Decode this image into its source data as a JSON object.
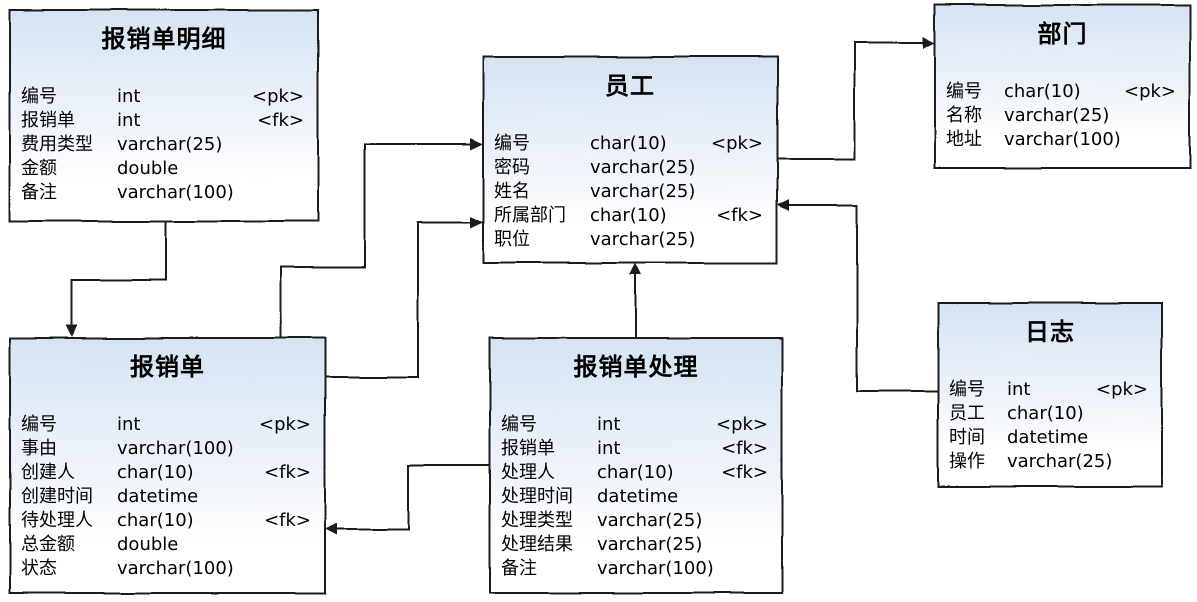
{
  "colors": {
    "box_fill_top": "#d4e3f3",
    "box_fill_bottom": "#ffffff",
    "line": "#1a1a1a",
    "text": "#000000",
    "background": "#ffffff"
  },
  "tables": [
    {
      "id": "reimbursement-detail",
      "title": "报销单明细",
      "columns": [
        {
          "name": "编号",
          "type": "int",
          "key": "<pk>"
        },
        {
          "name": "报销单",
          "type": "int",
          "key": "<fk>"
        },
        {
          "name": "费用类型",
          "type": "varchar(25)",
          "key": ""
        },
        {
          "name": "金额",
          "type": "double",
          "key": ""
        },
        {
          "name": "备注",
          "type": "varchar(100)",
          "key": ""
        }
      ]
    },
    {
      "id": "employee",
      "title": "员工",
      "columns": [
        {
          "name": "编号",
          "type": "char(10)",
          "key": "<pk>"
        },
        {
          "name": "密码",
          "type": "varchar(25)",
          "key": ""
        },
        {
          "name": "姓名",
          "type": "varchar(25)",
          "key": ""
        },
        {
          "name": "所属部门",
          "type": "char(10)",
          "key": "<fk>"
        },
        {
          "name": "职位",
          "type": "varchar(25)",
          "key": ""
        }
      ]
    },
    {
      "id": "department",
      "title": "部门",
      "columns": [
        {
          "name": "编号",
          "type": "char(10)",
          "key": "<pk>"
        },
        {
          "name": "名称",
          "type": "varchar(25)",
          "key": ""
        },
        {
          "name": "地址",
          "type": "varchar(100)",
          "key": ""
        }
      ]
    },
    {
      "id": "reimbursement",
      "title": "报销单",
      "columns": [
        {
          "name": "编号",
          "type": "int",
          "key": "<pk>"
        },
        {
          "name": "事由",
          "type": "varchar(100)",
          "key": ""
        },
        {
          "name": "创建人",
          "type": "char(10)",
          "key": "<fk>"
        },
        {
          "name": "创建时间",
          "type": "datetime",
          "key": ""
        },
        {
          "name": "待处理人",
          "type": "char(10)",
          "key": "<fk>"
        },
        {
          "name": "总金额",
          "type": "double",
          "key": ""
        },
        {
          "name": "状态",
          "type": "varchar(100)",
          "key": ""
        }
      ]
    },
    {
      "id": "reimbursement-process",
      "title": "报销单处理",
      "columns": [
        {
          "name": "编号",
          "type": "int",
          "key": "<pk>"
        },
        {
          "name": "报销单",
          "type": "int",
          "key": "<fk>"
        },
        {
          "name": "处理人",
          "type": "char(10)",
          "key": "<fk>"
        },
        {
          "name": "处理时间",
          "type": "datetime",
          "key": ""
        },
        {
          "name": "处理类型",
          "type": "varchar(25)",
          "key": ""
        },
        {
          "name": "处理结果",
          "type": "varchar(25)",
          "key": ""
        },
        {
          "name": "备注",
          "type": "varchar(100)",
          "key": ""
        }
      ]
    },
    {
      "id": "log",
      "title": "日志",
      "columns": [
        {
          "name": "编号",
          "type": "int",
          "key": "<pk>"
        },
        {
          "name": "员工",
          "type": "char(10)",
          "key": ""
        },
        {
          "name": "时间",
          "type": "datetime",
          "key": ""
        },
        {
          "name": "操作",
          "type": "varchar(25)",
          "key": ""
        }
      ]
    }
  ],
  "relationships": [
    {
      "from": "报销单明细",
      "to": "报销单"
    },
    {
      "from": "报销单",
      "to": "员工"
    },
    {
      "from": "报销单",
      "to": "员工"
    },
    {
      "from": "报销单处理",
      "to": "员工"
    },
    {
      "from": "报销单处理",
      "to": "报销单"
    },
    {
      "from": "员工",
      "to": "部门"
    },
    {
      "from": "日志",
      "to": "员工"
    }
  ]
}
